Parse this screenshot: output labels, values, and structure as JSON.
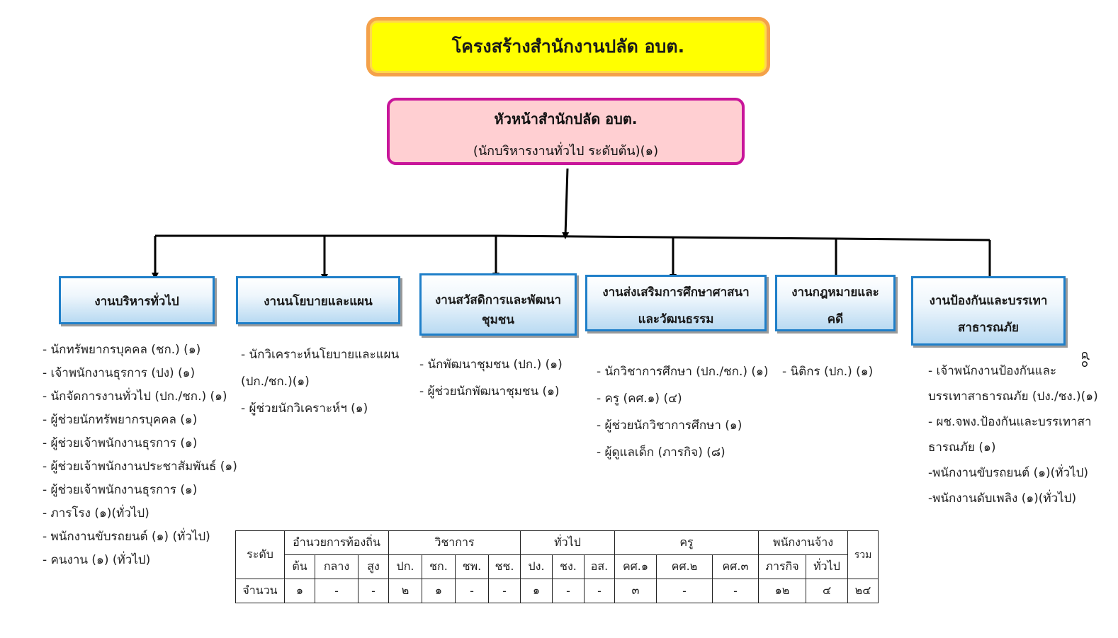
{
  "title": "โครงสร้างสำนักงานปลัด อบต.",
  "head": {
    "name": "หัวหน้าสำนักปลัด อบต.",
    "position": "(นักบริหารงานทั่วไป ระดับต้น)(๑)"
  },
  "page_number": "๔๐",
  "departments": [
    {
      "lines": [
        "งานบริหารทั่วไป"
      ],
      "staff": [
        "- นักทรัพยากรบุคคล (ชก.) (๑)",
        "- เจ้าพนักงานธุรการ (ปง) (๑)",
        "- นักจัดการงานทั่วไป (ปก./ชก.)  (๑)",
        "- ผู้ช่วยนักทรัพยากรบุคคล (๑)",
        "- ผู้ช่วยเจ้าพนักงานธุรการ (๑)",
        "- ผู้ช่วยเจ้าพนักงานประชาสัมพันธ์ (๑)",
        "- ผู้ช่วยเจ้าพนักงานธุรการ (๑)",
        "- ภารโรง (๑)(ทั่วไป)",
        "- พนักงานขับรถยนต์ (๑) (ทั่วไป)",
        "- คนงาน (๑) (ทั่วไป)"
      ]
    },
    {
      "lines": [
        "งานนโยบายและแผน"
      ],
      "staff": [
        "- นักวิเคราะห์นโยบายและแผน",
        "(ปก./ชก.)(๑)",
        "- ผู้ช่วยนักวิเคราะห์ฯ (๑)"
      ]
    },
    {
      "lines": [
        "งานสวัสดิการและพัฒนา",
        "ชุมชน"
      ],
      "staff": [
        "- นักพัฒนาชุมชน  (ปก.) (๑)",
        "- ผู้ช่วยนักพัฒนาชุมชน (๑)"
      ]
    },
    {
      "lines": [
        "งานส่งเสริมการศึกษาศาสนา",
        "และวัฒนธรรม"
      ],
      "staff": [
        "- นักวิชาการศึกษา (ปก./ชก.) (๑)",
        "- ครู  (คศ.๑) (๔)",
        "- ผู้ช่วยนักวิชาการศึกษา (๑)",
        "- ผู้ดูแลเด็ก (ภารกิจ) (๘)"
      ]
    },
    {
      "lines": [
        "งานกฎหมายและ",
        "คดี"
      ],
      "staff": [
        "- นิติกร (ปก.) (๑)"
      ]
    },
    {
      "lines": [
        "งานป้องกันและบรรเทา",
        "สาธารณภัย"
      ],
      "staff": [
        "- เจ้าพนักงานป้องกันและ",
        "บรรเทาสาธารณภัย (ปง./ชง.)(๑)",
        "- ผช.จพง.ป้องกันและบรรเทาสา",
        "ธารณภัย (๑)",
        "-พนักงานขับรถยนต์ (๑)(ทั่วไป)",
        "-พนักงานดับเพลิง (๑)(ทั่วไป)"
      ]
    }
  ],
  "summary_table": {
    "row_label": "ระดับ",
    "count_label": "จำนวน",
    "total_label": "รวม",
    "groups": [
      {
        "name": "อำนวยการท้องถิ่น",
        "levels": [
          "ต้น",
          "กลาง",
          "สูง"
        ],
        "counts": [
          "๑",
          "-",
          "-"
        ]
      },
      {
        "name": "วิชาการ",
        "levels": [
          "ปก.",
          "ชก.",
          "ชพ.",
          "ชช."
        ],
        "counts": [
          "๒",
          "๑",
          "-",
          "-"
        ]
      },
      {
        "name": "ทั่วไป",
        "levels": [
          "ปง.",
          "ชง.",
          "อส."
        ],
        "counts": [
          "๑",
          "-",
          "-"
        ]
      },
      {
        "name": "ครู",
        "levels": [
          "คศ.๑",
          "คศ.๒",
          "คศ.๓"
        ],
        "counts": [
          "๓",
          "-",
          "-"
        ]
      },
      {
        "name": "พนักงานจ้าง",
        "levels": [
          "ภารกิจ",
          "ทั่วไป"
        ],
        "counts": [
          "๑๒",
          "๔"
        ]
      }
    ],
    "total": "๒๔"
  }
}
